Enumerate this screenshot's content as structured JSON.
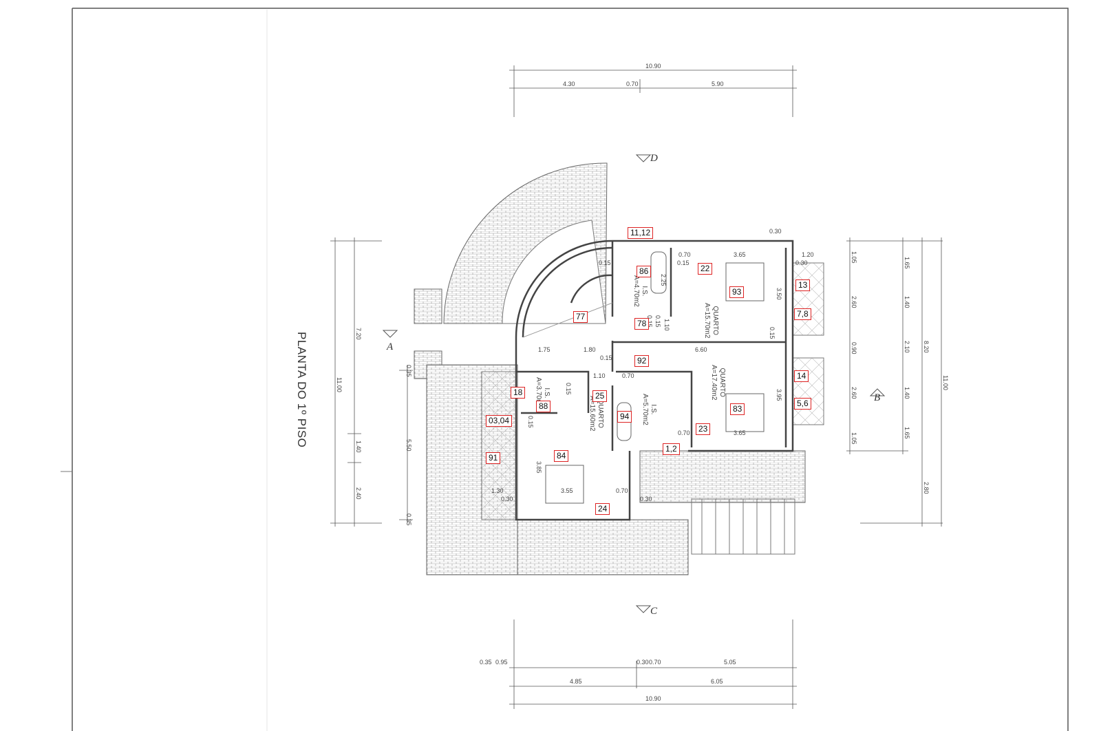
{
  "title": "PLANTA DO 1º PISO",
  "section_markers": [
    "A",
    "B",
    "C",
    "D"
  ],
  "dims_top": {
    "total": "10.90",
    "parts": [
      "4.30",
      "0.70",
      "5.90"
    ]
  },
  "dims_bottom": {
    "parts_a": [
      "0.35",
      "0.95",
      "0.30",
      "0.70",
      "5.05"
    ],
    "parts_b": [
      "4.85",
      "6.05"
    ],
    "total": "10.90"
  },
  "dims_left": [
    "11.00",
    "7.20",
    "1.40",
    "2.40",
    "5.50",
    "0.35",
    "0.35"
  ],
  "dims_right": [
    "1.05",
    "2.60",
    "0.90",
    "2.60",
    "1.05",
    "1.65",
    "1.40",
    "2.10",
    "1.40",
    "1.65",
    "8.20",
    "11.00",
    "2.80"
  ],
  "dims_inner": [
    "0.15",
    "0.70",
    "0.15",
    "3.65",
    "1.20",
    "0.30",
    "0.30",
    "3.50",
    "1.10",
    "0.15",
    "0.15",
    "2.25",
    "1.75",
    "1.80",
    "0.15",
    "6.60",
    "1.10",
    "0.70",
    "0.15",
    "3.95",
    "3.65",
    "0.70",
    "3.85",
    "3.55",
    "1.30",
    "0.30",
    "0.70",
    "0.30",
    "0.15",
    "0.15"
  ],
  "rooms": [
    {
      "name": "QUARTO",
      "area": "A=15.70m2"
    },
    {
      "name": "QUARTO",
      "area": "A=17.40m2"
    },
    {
      "name": "QUARTO",
      "area": "A=15.60m2"
    },
    {
      "name": "I.S.",
      "area": "A=4.70m2"
    },
    {
      "name": "I.S.",
      "area": "A=3.70m2"
    },
    {
      "name": "I.S.",
      "area": "A=5.70m2"
    }
  ],
  "markers": [
    "11,12",
    "86",
    "22",
    "93",
    "13",
    "7,8",
    "77",
    "78",
    "92",
    "14",
    "5,6",
    "18",
    "88",
    "25",
    "03,04",
    "94",
    "83",
    "23",
    "1,2",
    "91",
    "84",
    "24"
  ],
  "colors": {
    "marker_border": "#dd2222",
    "line": "#555555"
  }
}
